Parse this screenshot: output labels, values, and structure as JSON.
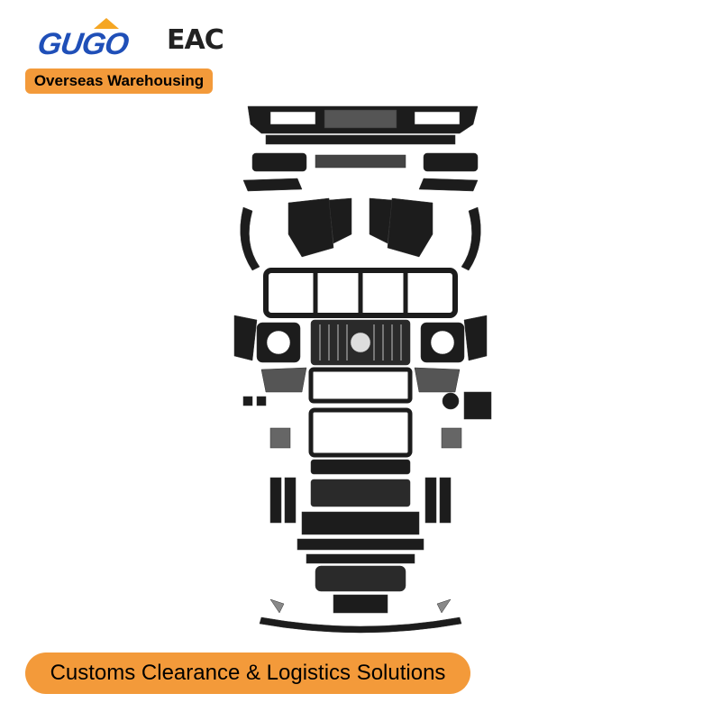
{
  "brand": {
    "logo_text": "GUGO",
    "cert_mark": "EAC"
  },
  "top_badge": {
    "label": "Overseas Warehousing"
  },
  "bottom_badge": {
    "label": "Customs Clearance & Logistics Solutions"
  },
  "colors": {
    "accent": "#f39a3a",
    "brand_blue": "#1f4fb8",
    "part_color": "#1c1c1c"
  },
  "image": {
    "subject": "automotive body kit parts laid out"
  }
}
